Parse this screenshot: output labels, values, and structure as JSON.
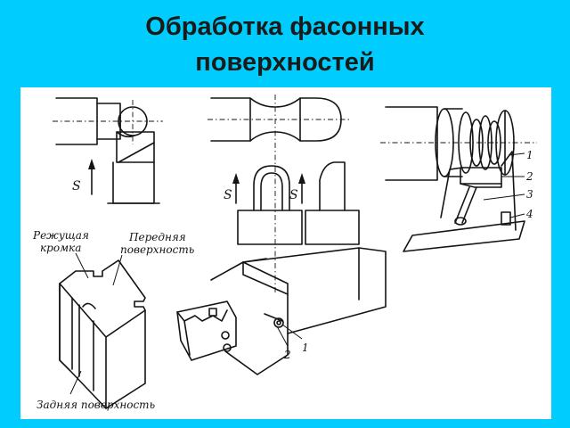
{
  "title": {
    "line1": "Обработка фасонных",
    "line2": "поверхностей"
  },
  "labels": {
    "feed_s_1": "S",
    "feed_s_2": "S",
    "feed_s_3": "S",
    "cutting_edge_line1": "Режущая",
    "cutting_edge_line2": "кромка",
    "front_surface_line1": "Передняя",
    "front_surface_line2": "поверхность",
    "back_surface": "Задняя поверхность",
    "part_1_top": "1",
    "part_2_top": "2",
    "part_3_top": "3",
    "part_4_top": "4",
    "part_1_holder": "1",
    "part_2_holder": "2"
  },
  "colors": {
    "background": "#00cdfd",
    "panel": "#ffffff",
    "ink": "#141414"
  }
}
